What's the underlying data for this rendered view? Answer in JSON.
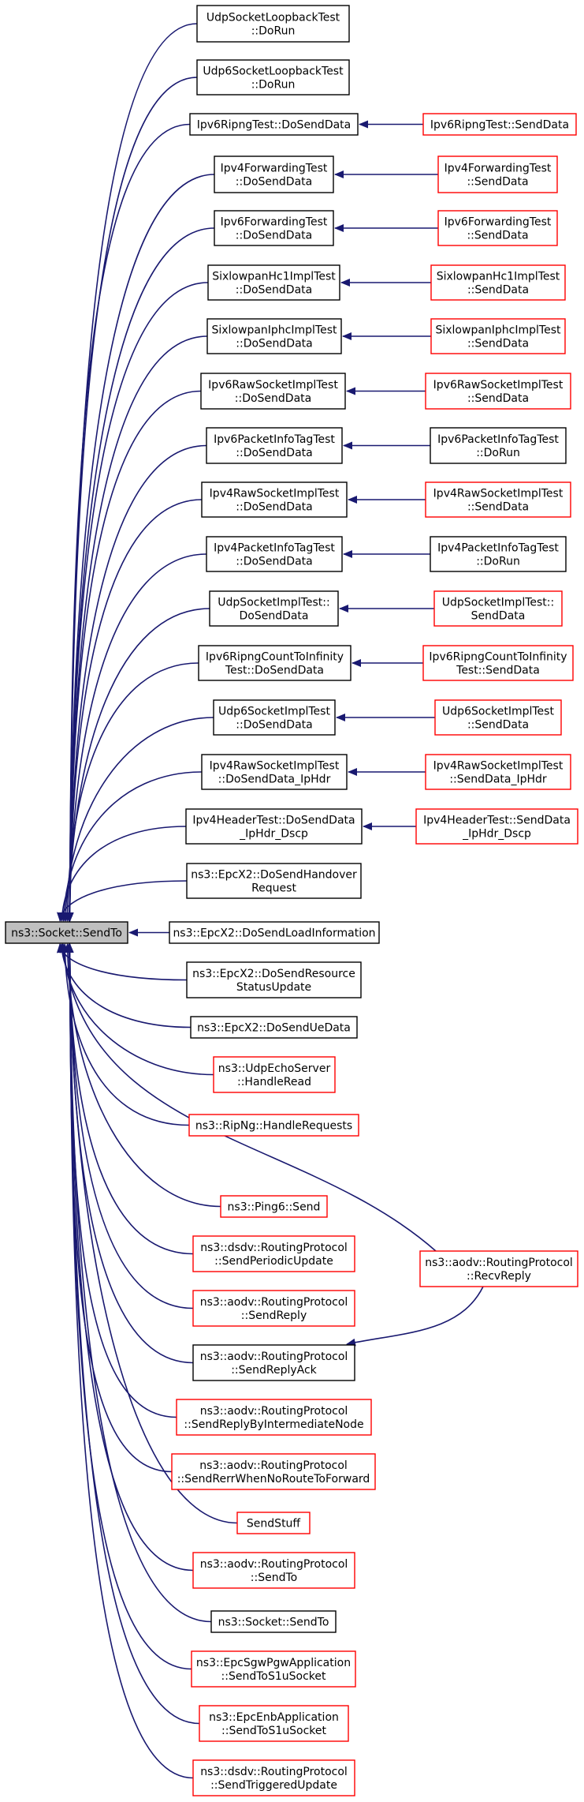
{
  "root": {
    "id": "root",
    "lines": [
      "ns3::Socket::SendTo"
    ],
    "style": "root"
  },
  "callers": [
    {
      "id": "n1",
      "lines": [
        "UdpSocketLoopbackTest",
        "::DoRun"
      ],
      "style": "black"
    },
    {
      "id": "n2",
      "lines": [
        "Udp6SocketLoopbackTest",
        "::DoRun"
      ],
      "style": "black"
    },
    {
      "id": "n3",
      "lines": [
        "Ipv6RipngTest::DoSendData"
      ],
      "style": "black"
    },
    {
      "id": "n4",
      "lines": [
        "Ipv4ForwardingTest",
        "::DoSendData"
      ],
      "style": "black"
    },
    {
      "id": "n5",
      "lines": [
        "Ipv6ForwardingTest",
        "::DoSendData"
      ],
      "style": "black"
    },
    {
      "id": "n6",
      "lines": [
        "SixlowpanHc1ImplTest",
        "::DoSendData"
      ],
      "style": "black"
    },
    {
      "id": "n7",
      "lines": [
        "SixlowpanIphcImplTest",
        "::DoSendData"
      ],
      "style": "black"
    },
    {
      "id": "n8",
      "lines": [
        "Ipv6RawSocketImplTest",
        "::DoSendData"
      ],
      "style": "black"
    },
    {
      "id": "n9",
      "lines": [
        "Ipv6PacketInfoTagTest",
        "::DoSendData"
      ],
      "style": "black"
    },
    {
      "id": "n10",
      "lines": [
        "Ipv4RawSocketImplTest",
        "::DoSendData"
      ],
      "style": "black"
    },
    {
      "id": "n11",
      "lines": [
        "Ipv4PacketInfoTagTest",
        "::DoSendData"
      ],
      "style": "black"
    },
    {
      "id": "n12",
      "lines": [
        "UdpSocketImplTest::",
        "DoSendData"
      ],
      "style": "black"
    },
    {
      "id": "n13",
      "lines": [
        "Ipv6RipngCountToInfinity",
        "Test::DoSendData"
      ],
      "style": "black"
    },
    {
      "id": "n14",
      "lines": [
        "Udp6SocketImplTest",
        "::DoSendData"
      ],
      "style": "black"
    },
    {
      "id": "n15",
      "lines": [
        "Ipv4RawSocketImplTest",
        "::DoSendData_IpHdr"
      ],
      "style": "black"
    },
    {
      "id": "n16",
      "lines": [
        "Ipv4HeaderTest::DoSendData",
        "_IpHdr_Dscp"
      ],
      "style": "black"
    },
    {
      "id": "n17",
      "lines": [
        "ns3::EpcX2::DoSendHandover",
        "Request"
      ],
      "style": "black"
    },
    {
      "id": "n18",
      "lines": [
        "ns3::EpcX2::DoSendLoadInformation"
      ],
      "style": "black"
    },
    {
      "id": "n19",
      "lines": [
        "ns3::EpcX2::DoSendResource",
        "StatusUpdate"
      ],
      "style": "black"
    },
    {
      "id": "n20",
      "lines": [
        "ns3::EpcX2::DoSendUeData"
      ],
      "style": "black"
    },
    {
      "id": "n21",
      "lines": [
        "ns3::UdpEchoServer",
        "::HandleRead"
      ],
      "style": "red"
    },
    {
      "id": "n22",
      "lines": [
        "ns3::RipNg::HandleRequests"
      ],
      "style": "red"
    },
    {
      "id": "n23",
      "lines": [
        "ns3::Ping6::Send"
      ],
      "style": "red"
    },
    {
      "id": "n24",
      "lines": [
        "ns3::dsdv::RoutingProtocol",
        "::SendPeriodicUpdate"
      ],
      "style": "red"
    },
    {
      "id": "n25",
      "lines": [
        "ns3::aodv::RoutingProtocol",
        "::SendReply"
      ],
      "style": "red"
    },
    {
      "id": "n26",
      "lines": [
        "ns3::aodv::RoutingProtocol",
        "::SendReplyAck"
      ],
      "style": "black"
    },
    {
      "id": "n27",
      "lines": [
        "ns3::aodv::RoutingProtocol",
        "::SendReplyByIntermediateNode"
      ],
      "style": "red"
    },
    {
      "id": "n28",
      "lines": [
        "ns3::aodv::RoutingProtocol",
        "::SendRerrWhenNoRouteToForward"
      ],
      "style": "red"
    },
    {
      "id": "n29",
      "lines": [
        "SendStuff"
      ],
      "style": "red"
    },
    {
      "id": "n30",
      "lines": [
        "ns3::aodv::RoutingProtocol",
        "::SendTo"
      ],
      "style": "red"
    },
    {
      "id": "n31",
      "lines": [
        "ns3::Socket::SendTo"
      ],
      "style": "black"
    },
    {
      "id": "n32",
      "lines": [
        "ns3::EpcSgwPgwApplication",
        "::SendToS1uSocket"
      ],
      "style": "red"
    },
    {
      "id": "n33",
      "lines": [
        "ns3::EpcEnbApplication",
        "::SendToS1uSocket"
      ],
      "style": "red"
    },
    {
      "id": "n34",
      "lines": [
        "ns3::dsdv::RoutingProtocol",
        "::SendTriggeredUpdate"
      ],
      "style": "red"
    }
  ],
  "secondary": [
    {
      "id": "m3",
      "lines": [
        "Ipv6RipngTest::SendData"
      ],
      "style": "red"
    },
    {
      "id": "m4",
      "lines": [
        "Ipv4ForwardingTest",
        "::SendData"
      ],
      "style": "red"
    },
    {
      "id": "m5",
      "lines": [
        "Ipv6ForwardingTest",
        "::SendData"
      ],
      "style": "red"
    },
    {
      "id": "m6",
      "lines": [
        "SixlowpanHc1ImplTest",
        "::SendData"
      ],
      "style": "red"
    },
    {
      "id": "m7",
      "lines": [
        "SixlowpanIphcImplTest",
        "::SendData"
      ],
      "style": "red"
    },
    {
      "id": "m8",
      "lines": [
        "Ipv6RawSocketImplTest",
        "::SendData"
      ],
      "style": "red"
    },
    {
      "id": "m9",
      "lines": [
        "Ipv6PacketInfoTagTest",
        "::DoRun"
      ],
      "style": "black"
    },
    {
      "id": "m10",
      "lines": [
        "Ipv4RawSocketImplTest",
        "::SendData"
      ],
      "style": "red"
    },
    {
      "id": "m11",
      "lines": [
        "Ipv4PacketInfoTagTest",
        "::DoRun"
      ],
      "style": "black"
    },
    {
      "id": "m12",
      "lines": [
        "UdpSocketImplTest::",
        "SendData"
      ],
      "style": "red"
    },
    {
      "id": "m13",
      "lines": [
        "Ipv6RipngCountToInfinity",
        "Test::SendData"
      ],
      "style": "red"
    },
    {
      "id": "m14",
      "lines": [
        "Udp6SocketImplTest",
        "::SendData"
      ],
      "style": "red"
    },
    {
      "id": "m15",
      "lines": [
        "Ipv4RawSocketImplTest",
        "::SendData_IpHdr"
      ],
      "style": "red"
    },
    {
      "id": "m16",
      "lines": [
        "Ipv4HeaderTest::SendData",
        "_IpHdr_Dscp"
      ],
      "style": "red"
    },
    {
      "id": "recv",
      "lines": [
        "ns3::aodv::RoutingProtocol",
        "::RecvReply"
      ],
      "style": "red"
    }
  ],
  "edges": [
    [
      "m3",
      "n3"
    ],
    [
      "m4",
      "n4"
    ],
    [
      "m5",
      "n5"
    ],
    [
      "m6",
      "n6"
    ],
    [
      "m7",
      "n7"
    ],
    [
      "m8",
      "n8"
    ],
    [
      "m9",
      "n9"
    ],
    [
      "m10",
      "n10"
    ],
    [
      "m11",
      "n11"
    ],
    [
      "m12",
      "n12"
    ],
    [
      "m13",
      "n13"
    ],
    [
      "m14",
      "n14"
    ],
    [
      "m15",
      "n15"
    ],
    [
      "m16",
      "n16"
    ],
    [
      "recv",
      "n26"
    ]
  ],
  "colors": {
    "edge": "#191970",
    "red_border": "#ff0000",
    "black_border": "#000000",
    "root_fill": "#bfbfbf",
    "text": "#000000"
  }
}
